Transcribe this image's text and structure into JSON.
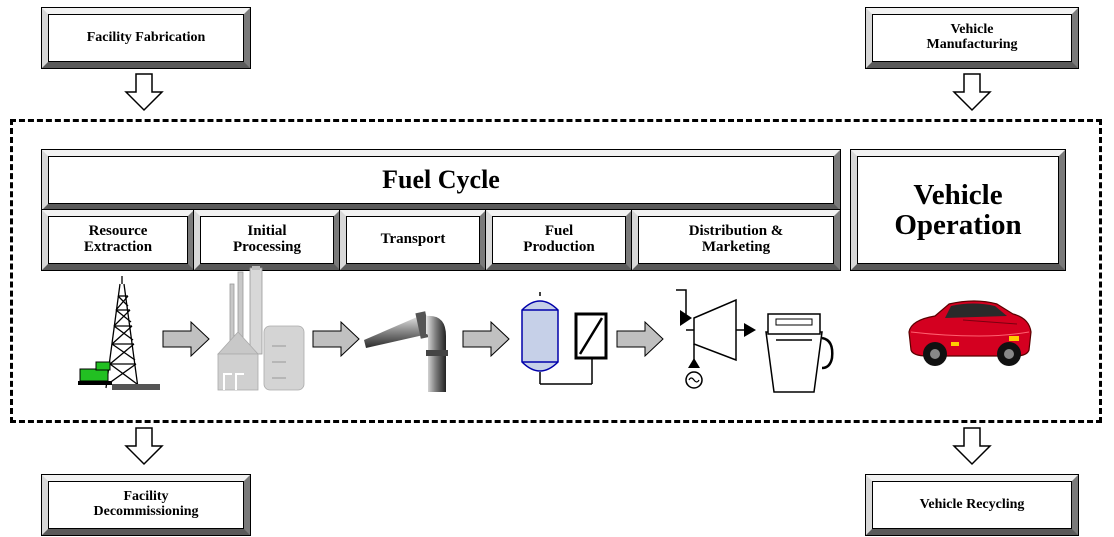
{
  "top_left": {
    "label": "Facility Fabrication"
  },
  "top_right": {
    "label_line1": "Vehicle",
    "label_line2": "Manufacturing"
  },
  "bottom_left": {
    "label_line1": "Facility",
    "label_line2": "Decommissioning"
  },
  "bottom_right": {
    "label": "Vehicle Recycling"
  },
  "fuel_cycle": {
    "title": "Fuel Cycle",
    "stages": [
      {
        "line1": "Resource",
        "line2": "Extraction"
      },
      {
        "line1": "Initial",
        "line2": "Processing"
      },
      {
        "line1": "Transport",
        "line2": ""
      },
      {
        "line1": "Fuel",
        "line2": "Production"
      },
      {
        "line1": "Distribution &",
        "line2": "Marketing"
      }
    ]
  },
  "vehicle_operation": {
    "line1": "Vehicle",
    "line2": "Operation"
  },
  "icons": [
    "oil-derrick-icon",
    "refinery-icon",
    "pipeline-icon",
    "fuel-reactor-icon",
    "fuel-pump-icon",
    "car-icon"
  ],
  "colors": {
    "car": "#d40020",
    "truck": "#22c022",
    "reactor": "#c6d0e8",
    "arrow_fill": "#c0c0c0"
  }
}
